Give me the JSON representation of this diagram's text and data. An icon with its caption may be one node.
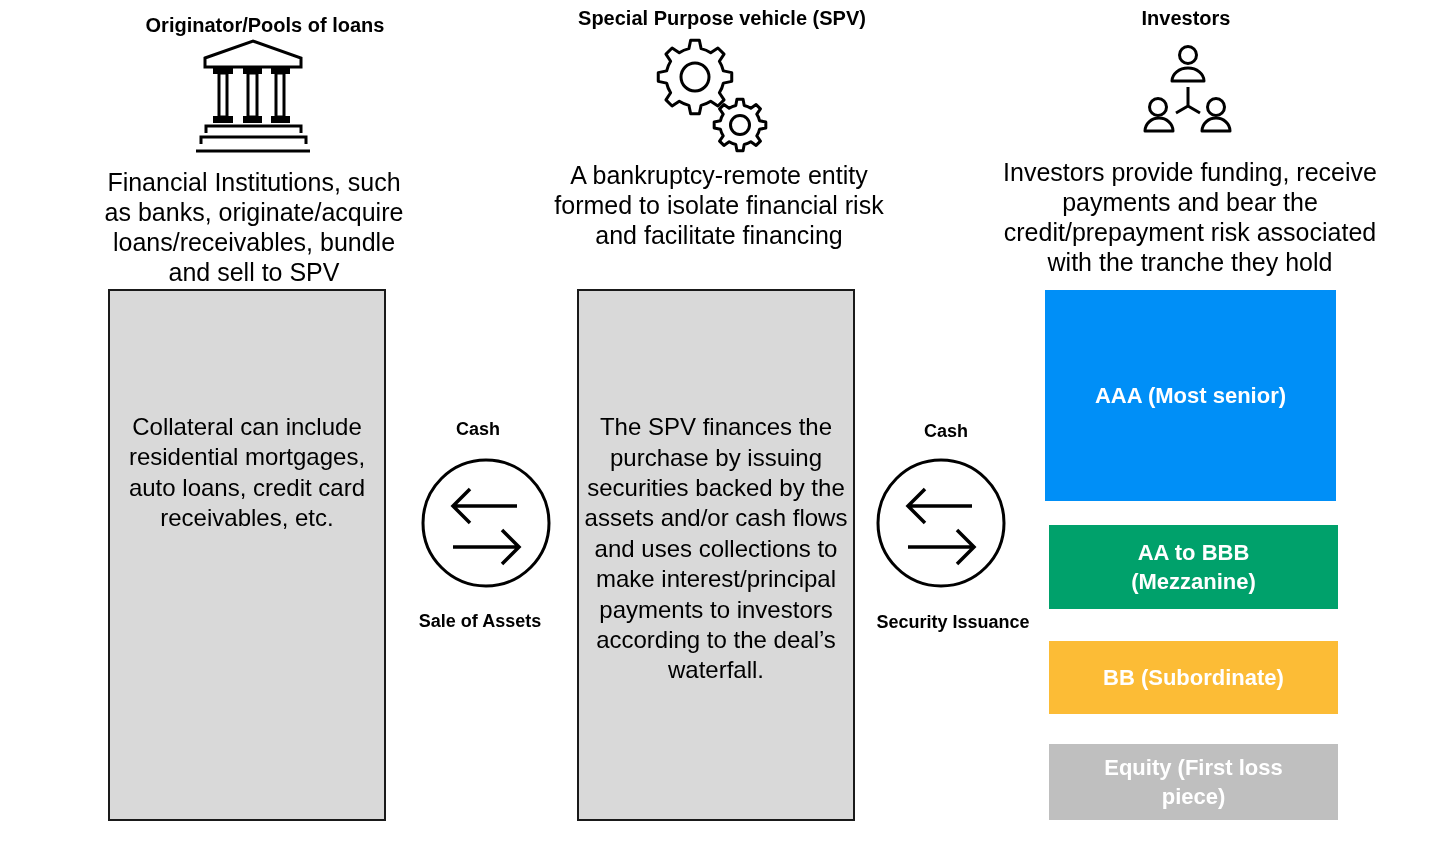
{
  "diagram": {
    "nodes": [
      {
        "text": [
          "Collateral can include residential mortgages, auto loans, credit card receivables, etc."
        ]
      },
      {
        "text": [],
        "shape": "circle",
        "beside": [
          "Cash",
          "Sale of Assets"
        ]
      },
      {
        "text": [
          "The SPV finances the purchase by issuing securities backed by the assets and/or cash flows and uses collections to make interest/principal payments to investors according to the deal’s waterfall."
        ]
      },
      {
        "text": [],
        "shape": "circle",
        "beside": [
          "Cash",
          "Security Issuance"
        ]
      },
      {
        "text": [
          "AAA (Most senior)"
        ]
      },
      {
        "text": [
          "AA to BBB (Mezzanine)"
        ]
      },
      {
        "text": [
          "BB (Subordinate)"
        ]
      },
      {
        "text": [
          "Equity (First loss piece)"
        ]
      }
    ],
    "labels": [
      "Originator/Pools of loans",
      "Special Purpose vehicle (SPV)",
      "Investors",
      "Financial Institutions, such as banks, originate/acquire loans/receivables, bundle and sell to SPV",
      "A bankruptcy-remote entity formed to isolate financial risk and facilitate financing",
      "Investors provide funding, receive payments and bear the credit/prepayment risk associated with the tranche they hold"
    ]
  }
}
